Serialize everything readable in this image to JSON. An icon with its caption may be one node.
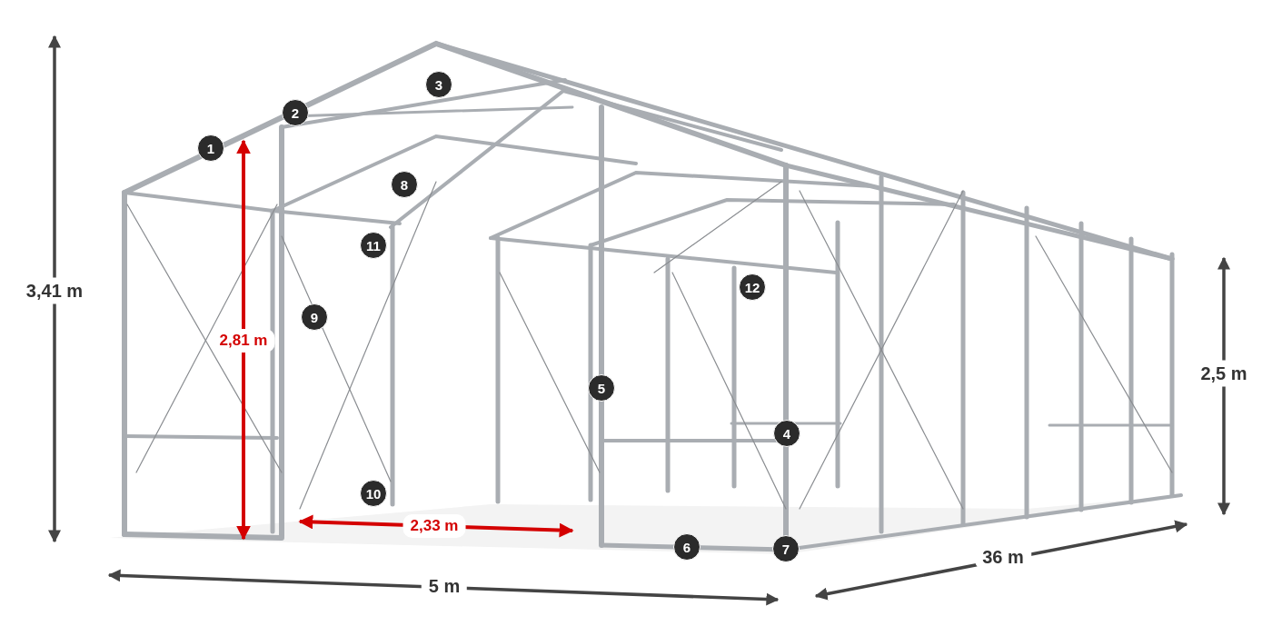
{
  "diagram": {
    "labels": [
      "3",
      "2",
      "1",
      "8",
      "11",
      "12",
      "3,41 m",
      "9",
      "2,81 m",
      "2,5 m",
      "5",
      "4",
      "10",
      "2,33 m",
      "6",
      "7",
      "36 m",
      "5 m"
    ]
  }
}
